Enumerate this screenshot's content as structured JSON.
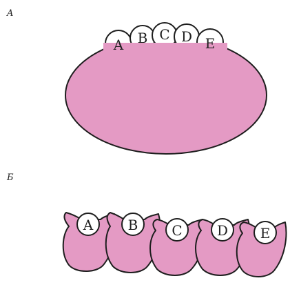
{
  "panels": [
    {
      "label": "A",
      "sites": [
        "A",
        "B",
        "C",
        "D",
        "E"
      ]
    },
    {
      "label": "Б",
      "sites": [
        "A",
        "B",
        "C",
        "D",
        "E"
      ]
    }
  ],
  "colors": {
    "fill": "#e49ac4",
    "outline": "#1e1e1e",
    "background": "#ffffff"
  }
}
